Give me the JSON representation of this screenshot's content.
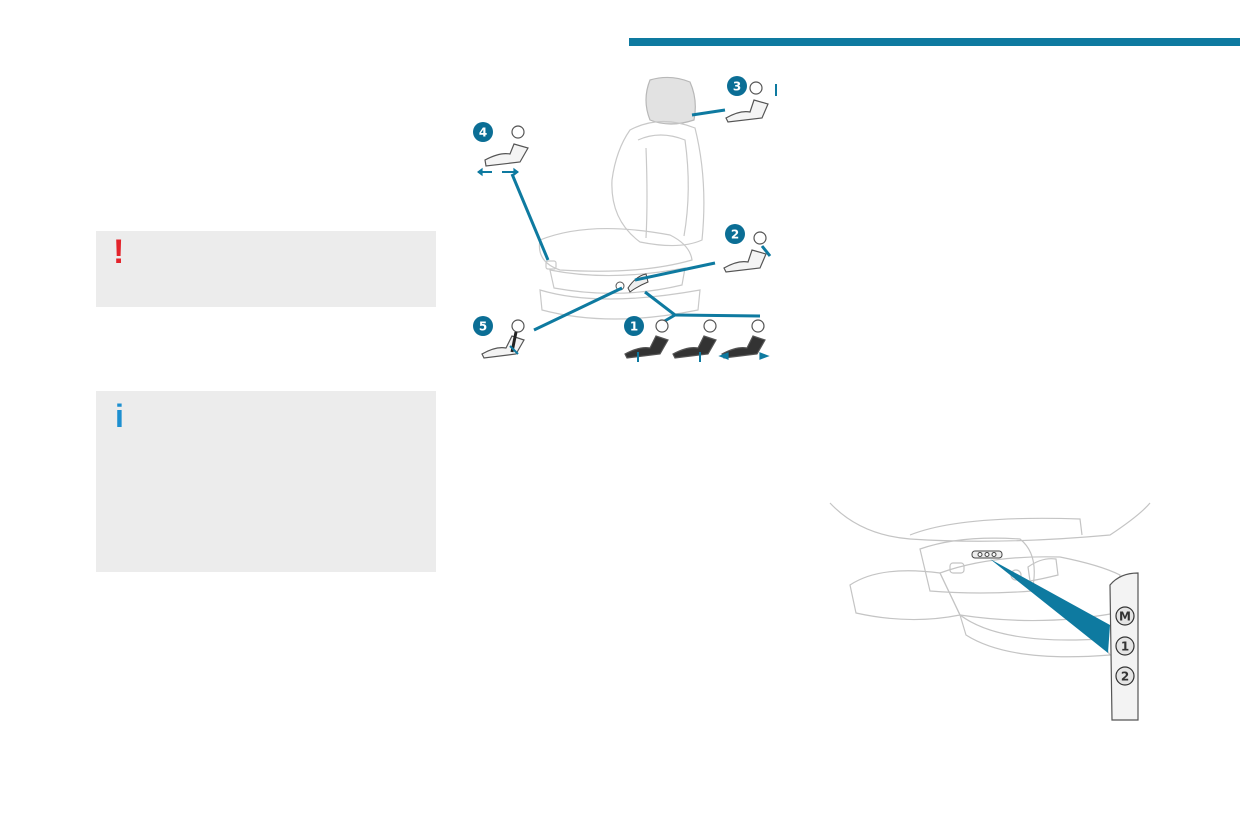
{
  "header": {
    "rule_color": "#0e7aa0"
  },
  "warning_box": {
    "glyph": "!",
    "color": "#e3232b",
    "icon": "exclamation-icon"
  },
  "info_box": {
    "glyph": "i",
    "color": "#1d8fd0",
    "icon": "info-icon"
  },
  "seat_diagram": {
    "callouts": [
      {
        "number": "1",
        "meaning": "seat-height-tilt-length"
      },
      {
        "number": "2",
        "meaning": "lumbar"
      },
      {
        "number": "3",
        "meaning": "headrest"
      },
      {
        "number": "4",
        "meaning": "cushion-length"
      },
      {
        "number": "5",
        "meaning": "backrest-angle"
      }
    ],
    "accent_color": "#0e7aa0",
    "badge_color": "#0b6e95"
  },
  "memory_panel": {
    "buttons": [
      "M",
      "1",
      "2"
    ]
  }
}
